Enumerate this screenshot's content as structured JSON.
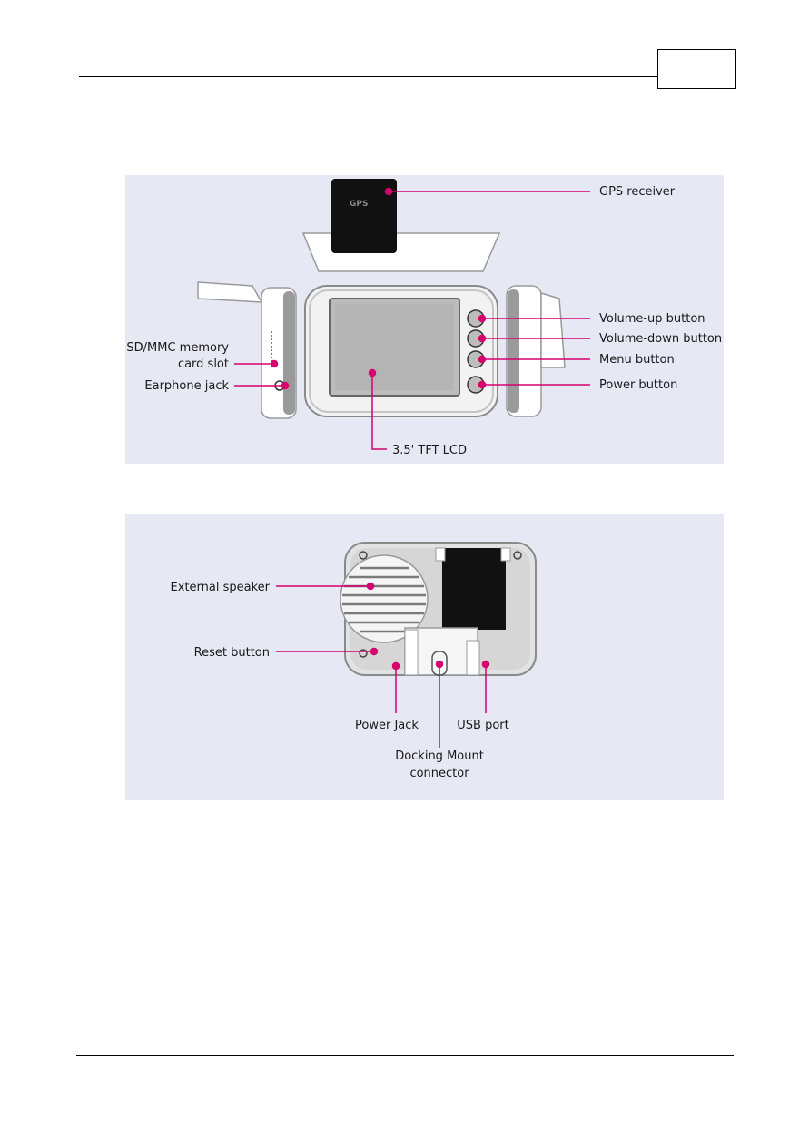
{
  "header": {
    "page_number": ""
  },
  "front_figure": {
    "labels": {
      "gps_receiver": "GPS receiver",
      "volume_up": "Volume-up button",
      "volume_down": "Volume-down button",
      "menu": "Menu button",
      "power": "Power button",
      "sd_line1": "SD/MMC memory",
      "sd_line2": "card slot",
      "earphone": "Earphone jack",
      "lcd": "3.5' TFT LCD"
    }
  },
  "back_figure": {
    "labels": {
      "speaker": "External speaker",
      "reset": "Reset button",
      "power_jack": "Power Jack",
      "usb": "USB port",
      "dock_line1": "Docking Mount",
      "dock_line2": "connector"
    }
  },
  "colors": {
    "accent": "#d6006e",
    "panel": "#e6e8f3"
  }
}
